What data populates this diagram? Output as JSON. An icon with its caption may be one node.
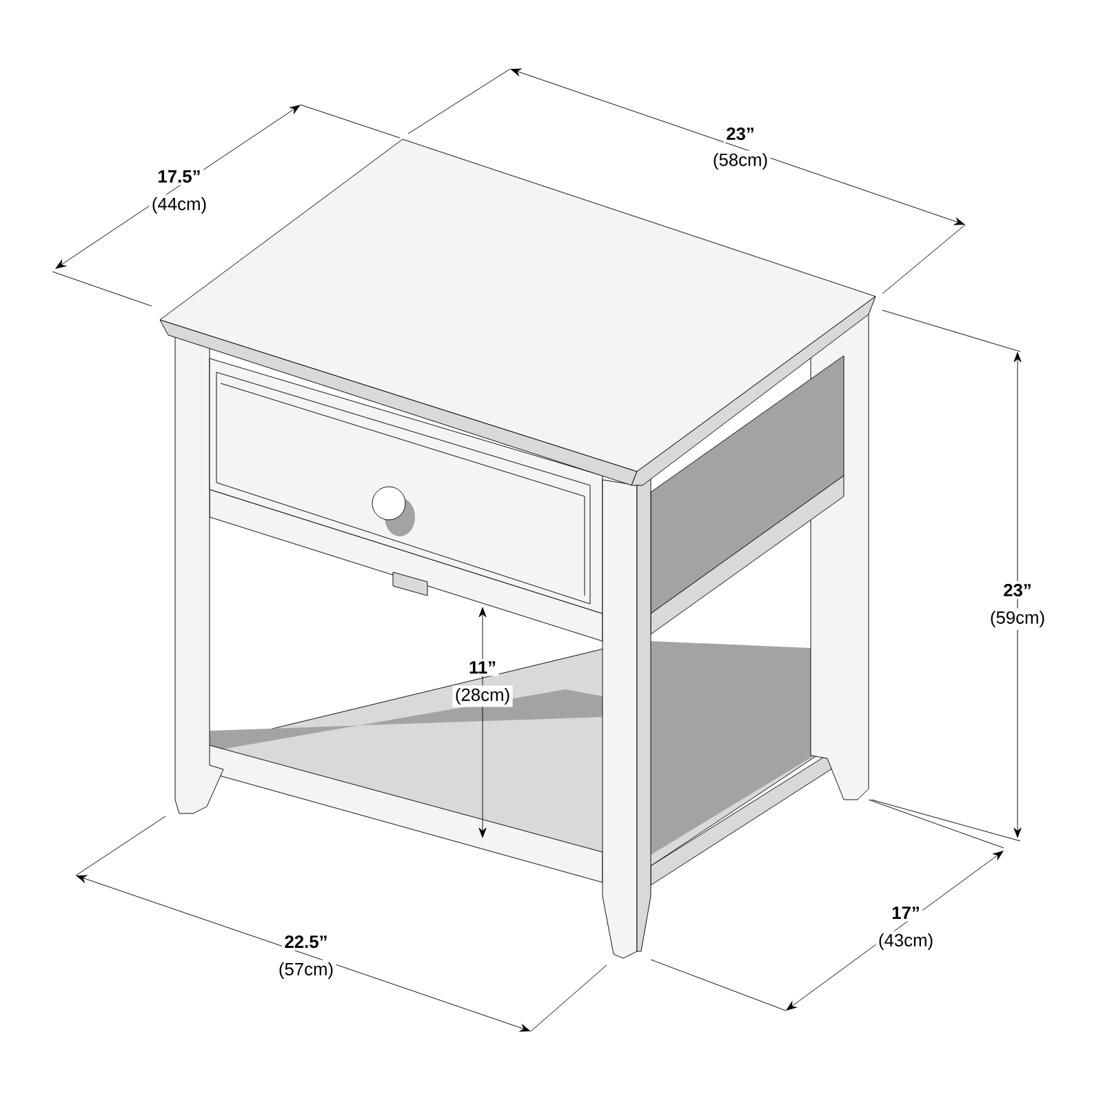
{
  "diagram": {
    "labels": [
      "23”",
      "(58cm)",
      "17.5”",
      "(44cm)",
      "23”",
      "(59cm)",
      "11”",
      "(28cm)",
      "17”",
      "(43cm)",
      "22.5”",
      "(57cm)"
    ]
  }
}
